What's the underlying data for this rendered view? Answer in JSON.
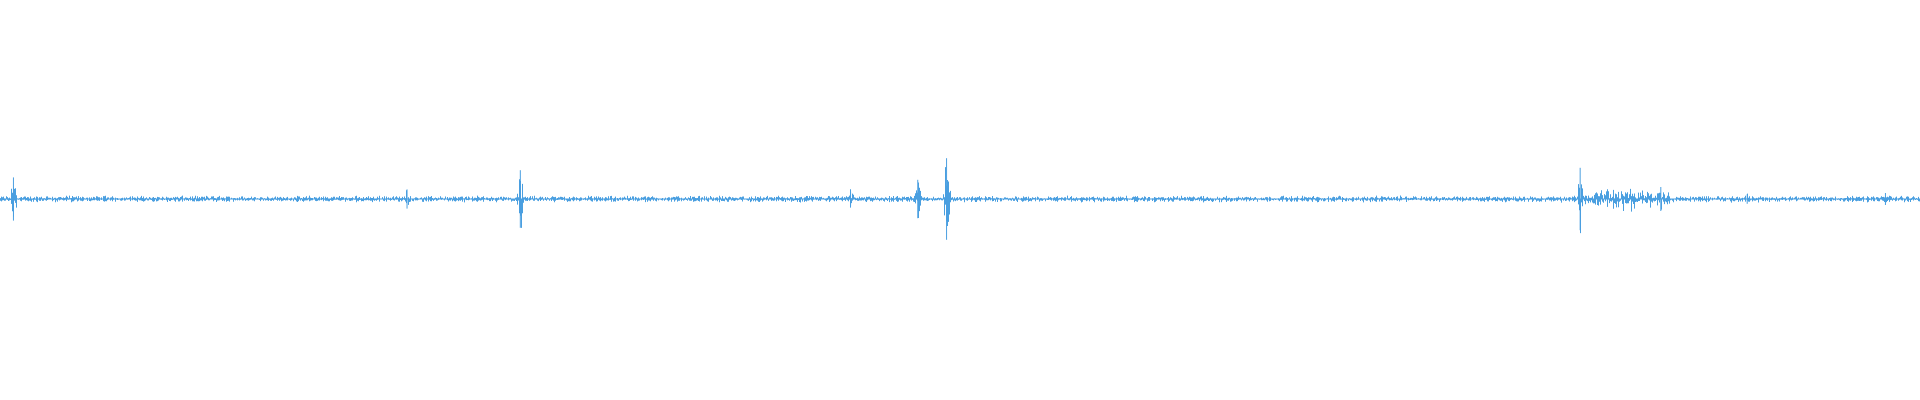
{
  "waveform": {
    "color": "#4a9fe0",
    "background": "#ffffff",
    "baseline_amplitude": 0.008,
    "noise_amplitude": 0.02,
    "duration_fraction_visible": 1.0,
    "peaks": [
      {
        "position": 0.007,
        "amplitude": 0.18
      },
      {
        "position": 0.212,
        "amplitude": 0.08
      },
      {
        "position": 0.271,
        "amplitude": 0.24
      },
      {
        "position": 0.443,
        "amplitude": 0.06
      },
      {
        "position": 0.478,
        "amplitude": 0.16
      },
      {
        "position": 0.493,
        "amplitude": 0.34
      },
      {
        "position": 0.823,
        "amplitude": 0.26
      },
      {
        "position": 0.865,
        "amplitude": 0.1
      },
      {
        "position": 0.91,
        "amplitude": 0.04
      },
      {
        "position": 0.982,
        "amplitude": 0.05
      }
    ],
    "busy_regions": [
      {
        "start": 0.823,
        "end": 0.87,
        "amplitude": 0.06
      }
    ]
  }
}
